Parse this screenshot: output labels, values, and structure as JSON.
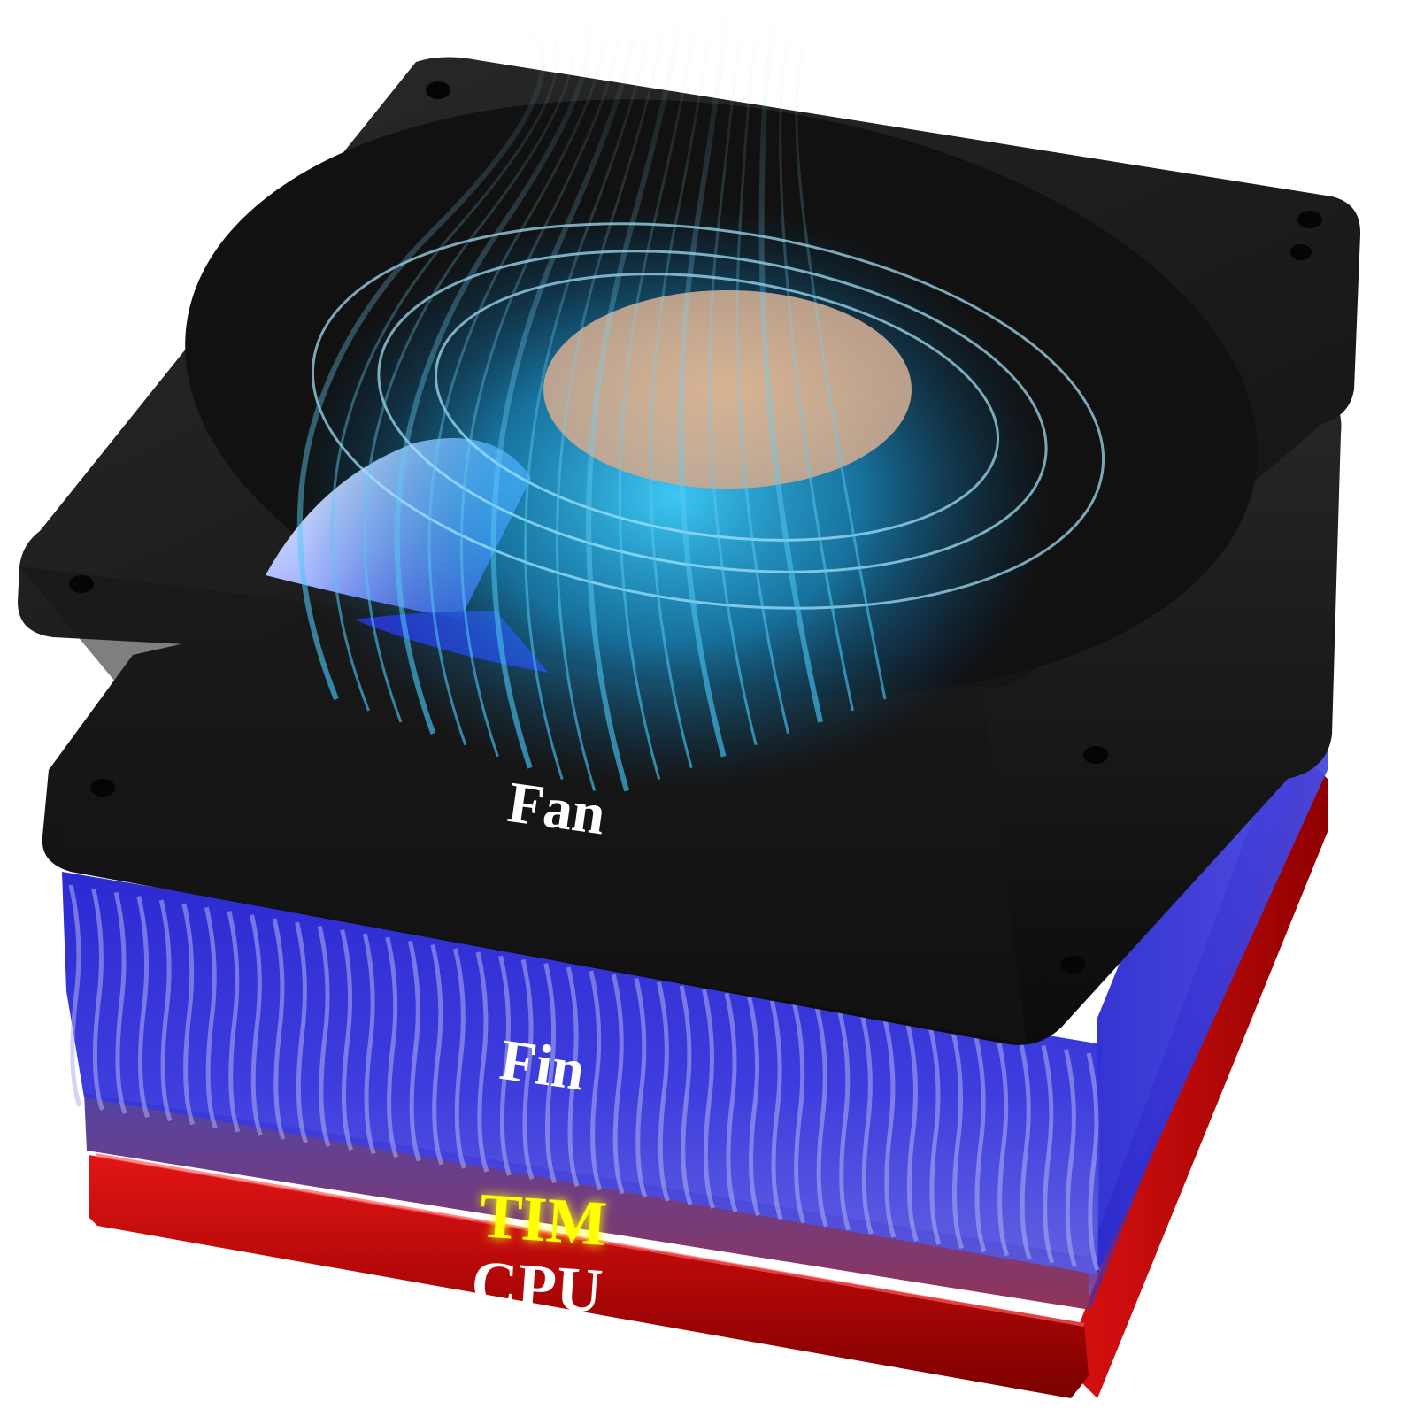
{
  "labels": {
    "fan": "Fan",
    "fin": "Fin",
    "tim": "TIM",
    "cpu": "CPU"
  },
  "colors": {
    "background": "#ffffff",
    "fan_frame": "#1c1c1c",
    "fan_frame_edge": "#0a0a0a",
    "airflow": "#2ab6f0",
    "fan_hub": "#d9b08c",
    "fins": "#2a2ad6",
    "fins_light": "#8a8ae8",
    "tim": "#6b3580",
    "tim_label": "#ffff00",
    "cpu": "#cc0a0a",
    "cpu_dark": "#8a0000",
    "label_text": "#ffffff"
  }
}
